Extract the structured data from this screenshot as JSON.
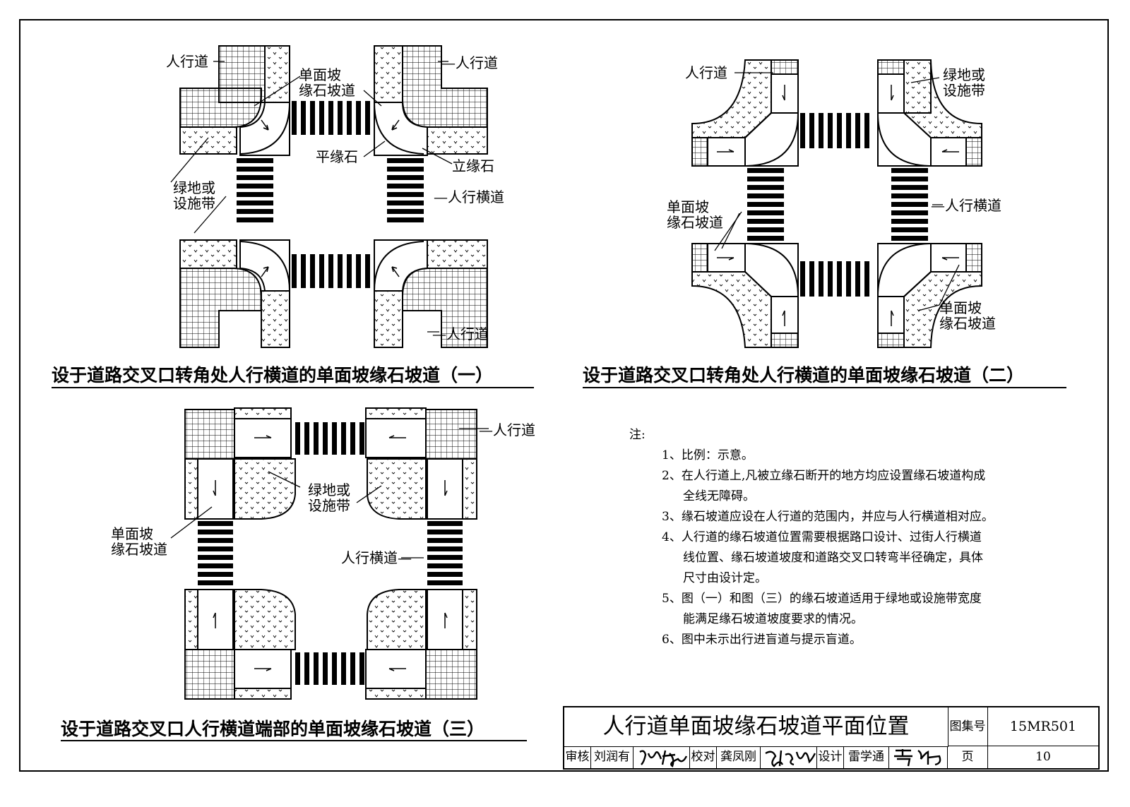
{
  "labels": {
    "sidewalk": "人行道",
    "ramp": "单面坡\n缘石坡道",
    "flat_curb": "平缘石",
    "vertical_curb": "立缘石",
    "green_belt": "绿地或\n设施带",
    "crosswalk": "人行横道",
    "crosswalk_dash": "—人行横道",
    "crosswalk_dash_after": "人行横道—",
    "sidewalk_dash": "—人行道",
    "sidewalk_dash_after": "人行道—"
  },
  "captions": {
    "fig1": "设于道路交叉口转角处人行横道的单面坡缘石坡道（一）",
    "fig2": "设于道路交叉口转角处人行横道的单面坡缘石坡道（二）",
    "fig3": "设于道路交叉口人行横道端部的单面坡缘石坡道（三）"
  },
  "notes": {
    "heading": "注:",
    "items": [
      [
        "1、比例：示意。"
      ],
      [
        "2、在人行道上,凡被立缘石断开的地方均应设置缘石坡道构成",
        "全线无障碍。"
      ],
      [
        "3、缘石坡道应设在人行道的范围内，并应与人行横道相对应。"
      ],
      [
        "4、人行道的缘石坡道位置需要根据路口设计、过街人行横道",
        "线位置、缘石坡道坡度和道路交叉口转弯半径确定，具体",
        "尺寸由设计定。"
      ],
      [
        "5、图（一）和图（三）的缘石坡道适用于绿地或设施带宽度",
        "能满足缘石坡道坡度要求的情况。"
      ],
      [
        "6、图中未示出行进盲道与提示盲道。"
      ]
    ]
  },
  "title_block": {
    "title": "人行道单面坡缘石坡道平面位置",
    "atlas_label": "图集号",
    "atlas_no": "15MR501",
    "review_label": "审核",
    "reviewer": "刘润有",
    "check_label": "校对",
    "checker": "龚凤刚",
    "design_label": "设计",
    "designer": "雷学通",
    "page_label": "页",
    "page_no": "10"
  }
}
